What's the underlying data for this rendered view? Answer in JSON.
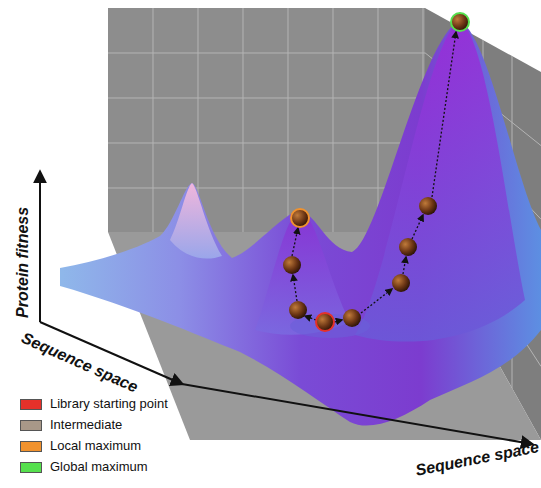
{
  "diagram": {
    "labels": [
      "Protein fitness",
      "Sequence space",
      "Sequence space"
    ],
    "legend": [
      {
        "text": "Library starting point",
        "color": "#e5312a"
      },
      {
        "text": "Intermediate",
        "color": "#a89888"
      },
      {
        "text": "Local maximum",
        "color": "#f0922e"
      },
      {
        "text": "Global maximum",
        "color": "#56e04e"
      }
    ]
  }
}
